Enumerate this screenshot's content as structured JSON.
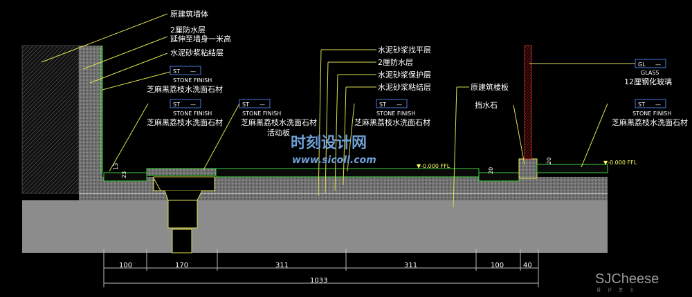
{
  "labels": {
    "wall": "原建筑墙体",
    "waterproof_2": "2厘防水层",
    "waterproof_2_ext": "延伸至墙身一米高",
    "cement_bond_1": "水泥砂浆粘结层",
    "st_code": "ST",
    "dash": "—",
    "stone_finish": "STONE FINISH",
    "stone_name": "芝麻黑荔枝水洗面石材",
    "movable_board": "活动板",
    "cement_level": "水泥砂浆找平层",
    "waterproof_mid": "2厘防水层",
    "cement_protect": "水泥砂浆保护层",
    "cement_bond_2": "水泥砂浆粘结层",
    "orig_slab": "原建筑楼板",
    "threshold_stone": "挡水石",
    "gl_code": "GL",
    "glass_en": "GLASS",
    "glass_cn": "12厘钢化玻璃",
    "level_1": "▼-0.000 FFL",
    "level_2": "▼-0.000 FFL",
    "small_dims": [
      "13",
      "23",
      "20",
      "20"
    ]
  },
  "dimensions": {
    "values": [
      "100",
      "170",
      "311",
      "311",
      "100",
      "40"
    ],
    "total": "1033"
  },
  "watermark": {
    "cn": "时刻设计网",
    "url": "www.sicoll.com",
    "brand": "SJCheese",
    "brand_sub": "设计芝士"
  },
  "colors": {
    "label_line": "#e0e050",
    "section_line": "#3cd23c",
    "concrete": "#8c8c8c",
    "glass_line": "#c02828"
  }
}
